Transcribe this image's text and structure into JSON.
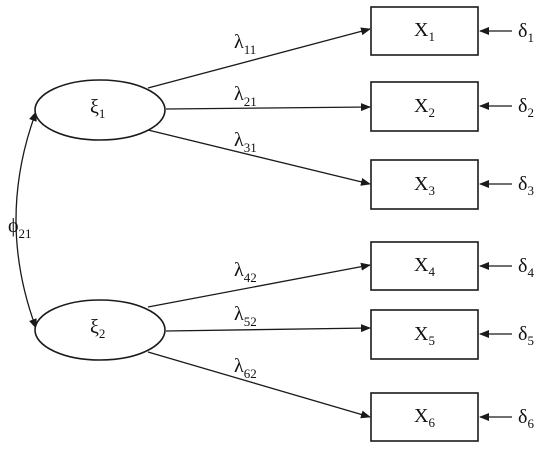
{
  "latent": [
    {
      "sym": "ξ",
      "sub": "1"
    },
    {
      "sym": "ξ",
      "sub": "2"
    }
  ],
  "observed": [
    {
      "sym": "X",
      "sub": "1"
    },
    {
      "sym": "X",
      "sub": "2"
    },
    {
      "sym": "X",
      "sub": "3"
    },
    {
      "sym": "X",
      "sub": "4"
    },
    {
      "sym": "X",
      "sub": "5"
    },
    {
      "sym": "X",
      "sub": "6"
    }
  ],
  "errors": [
    {
      "sym": "δ",
      "sub": "1"
    },
    {
      "sym": "δ",
      "sub": "2"
    },
    {
      "sym": "δ",
      "sub": "3"
    },
    {
      "sym": "δ",
      "sub": "4"
    },
    {
      "sym": "δ",
      "sub": "5"
    },
    {
      "sym": "δ",
      "sub": "6"
    }
  ],
  "loadings": [
    {
      "sym": "λ",
      "sub": "11"
    },
    {
      "sym": "λ",
      "sub": "21"
    },
    {
      "sym": "λ",
      "sub": "31"
    },
    {
      "sym": "λ",
      "sub": "42"
    },
    {
      "sym": "λ",
      "sub": "52"
    },
    {
      "sym": "λ",
      "sub": "62"
    }
  ],
  "covariance": {
    "sym": "ϕ",
    "sub": "21"
  }
}
